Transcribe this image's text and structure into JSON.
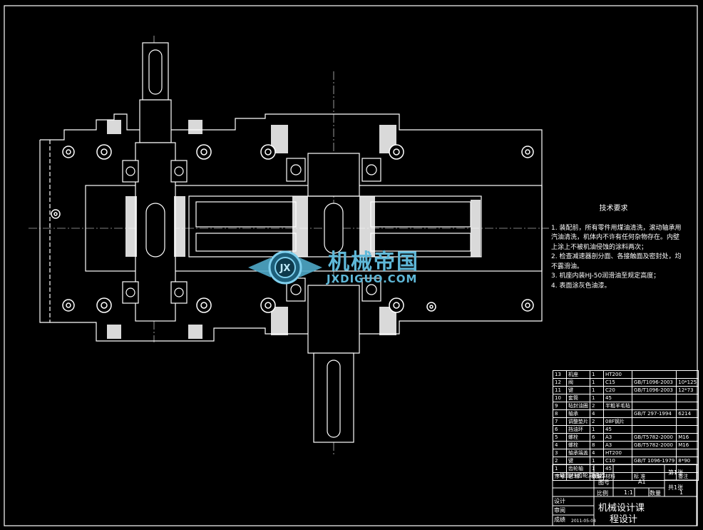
{
  "tech_requirements": {
    "title": "技术要求",
    "lines": [
      "1. 装配前，所有零件用煤油清洗，滚动轴承用",
      "汽油清洗，机体内不许有任何杂物存在。内壁",
      "上涂上不被机油侵蚀的涂料两次；",
      "2. 检查减速器剖分面、各接触面及密封处，均",
      "不露滑油。",
      "3. 机座内装HJ-50润滑油至规定高度；",
      "4. 表面涂灰色油漆。"
    ]
  },
  "watermark": {
    "logo_text": "JX",
    "cn": "机械帝国",
    "en": "JXDIGUO.COM"
  },
  "bom": {
    "rows": [
      [
        "13",
        "机座",
        "1",
        "HT200",
        "",
        ""
      ],
      [
        "12",
        "阀",
        "1",
        "C15",
        "GB/T1096-2003",
        "10*125"
      ],
      [
        "11",
        "键",
        "1",
        "C20",
        "GB/T1096-2003",
        "12*73"
      ],
      [
        "10",
        "套筒",
        "1",
        "45",
        "",
        ""
      ],
      [
        "9",
        "毡封油圈",
        "2",
        "半粗羊毛毡",
        "",
        ""
      ],
      [
        "8",
        "轴承",
        "4",
        "",
        "GB/T 297-1994",
        "6214"
      ],
      [
        "7",
        "调整垫片",
        "2",
        "08F钢片",
        "",
        ""
      ],
      [
        "6",
        "挡油环",
        "1",
        "45",
        "",
        ""
      ],
      [
        "5",
        "螺栓",
        "6",
        "A3",
        "GB/T5782-2000",
        "M16"
      ],
      [
        "4",
        "螺栓",
        "8",
        "A3",
        "GB/T5782-2000",
        "M16"
      ],
      [
        "3",
        "轴承端盖",
        "4",
        "HT200",
        "",
        ""
      ],
      [
        "2",
        "键",
        "1",
        "C10",
        "GB/T 1096-1979",
        "8*90"
      ],
      [
        "1",
        "齿轮轴",
        "1",
        "45",
        "",
        ""
      ]
    ],
    "header": [
      "序号",
      "名 称",
      "数量",
      "材料",
      "标 准",
      "备注"
    ]
  },
  "title_block": {
    "drawing_name": "一级圆柱齿轮减速器",
    "drawing_no_label": "图号",
    "drawing_no": "A1",
    "sheet": "第1张",
    "total": "共1张",
    "scale_label": "比例",
    "scale": "1:1",
    "qty_label": "数量",
    "qty": "1",
    "designer_label": "设计",
    "checker_label": "审阅",
    "grade_label": "成绩",
    "date": "2011-05-08",
    "course": "机械设计课",
    "course2": "程设计"
  }
}
